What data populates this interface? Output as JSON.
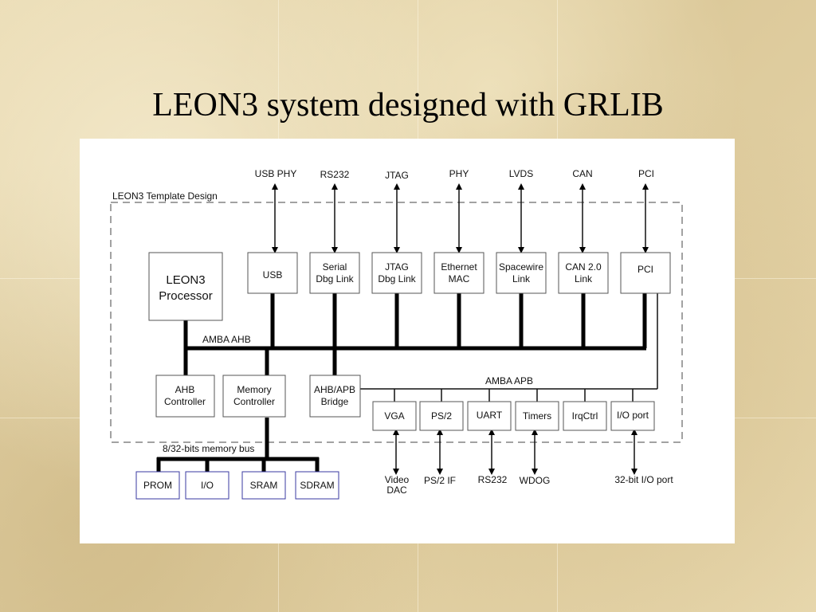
{
  "title": "LEON3 system designed with GRLIB",
  "diagram": {
    "template_label": "LEON3 Template Design",
    "ahb_label": "AMBA AHB",
    "apb_label": "AMBA APB",
    "membus_label": "8/32-bits memory bus",
    "processor": [
      "LEON3",
      "Processor"
    ],
    "top_interfaces": [
      "USB PHY",
      "RS232",
      "JTAG",
      "PHY",
      "LVDS",
      "CAN",
      "PCI"
    ],
    "ahb_blocks": [
      [
        "USB"
      ],
      [
        "Serial",
        "Dbg Link"
      ],
      [
        "JTAG",
        "Dbg Link"
      ],
      [
        "Ethernet",
        "MAC"
      ],
      [
        "Spacewire",
        "Link"
      ],
      [
        "CAN 2.0",
        "Link"
      ],
      [
        "PCI"
      ]
    ],
    "ahb_controller": [
      "AHB",
      "Controller"
    ],
    "memory_controller": [
      "Memory",
      "Controller"
    ],
    "apb_bridge": [
      "AHB/APB",
      "Bridge"
    ],
    "apb_blocks": [
      "VGA",
      "PS/2",
      "UART",
      "Timers",
      "IrqCtrl",
      "I/O port"
    ],
    "bottom_interfaces": [
      [
        "Video",
        "DAC"
      ],
      [
        "PS/2 IF"
      ],
      [
        "RS232"
      ],
      [
        "WDOG"
      ],
      [
        "32-bit I/O port"
      ]
    ],
    "memories": [
      "PROM",
      "I/O",
      "SRAM",
      "SDRAM"
    ]
  }
}
